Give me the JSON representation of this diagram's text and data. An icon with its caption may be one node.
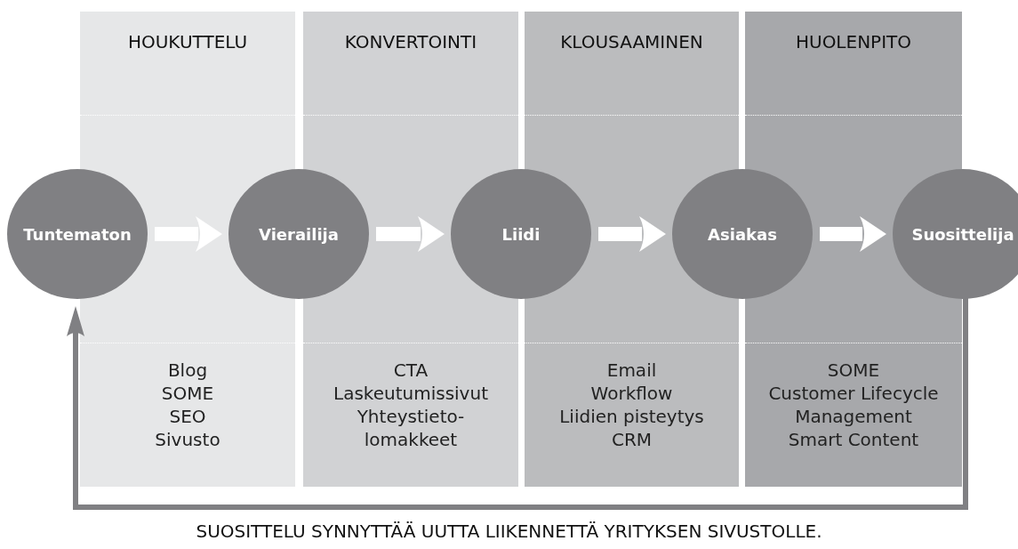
{
  "diagram": {
    "caption": "SUOSITTELU SYNNYTTÄÄ UUTTA LIIKENNETTÄ YRITYKSEN SIVUSTOLLE.",
    "nodes": [
      {
        "text": [
          "HOUKUTTELU"
        ]
      },
      {
        "text": [
          "KONVERTOINTI"
        ]
      },
      {
        "text": [
          "KLOUSAAMINEN"
        ]
      },
      {
        "text": [
          "HUOLENPITO"
        ]
      },
      {
        "text": [
          "Blog",
          "SOME",
          "SEO",
          "Sivusto"
        ]
      },
      {
        "text": [
          "CTA",
          "Laskeutumissivut",
          "Yhteystieto-lomakkeet"
        ]
      },
      {
        "text": [
          "Email",
          "Workflow",
          "Liidien pisteytys",
          "CRM"
        ]
      },
      {
        "text": [
          "SOME",
          "Customer Lifecycle Management",
          "Smart Content"
        ]
      },
      {
        "text": [
          "Tuntematon"
        ]
      },
      {
        "text": [
          "Vierailija"
        ]
      },
      {
        "text": [
          "Liidi"
        ]
      },
      {
        "text": [
          "Asiakas"
        ]
      },
      {
        "text": [
          "Suosittelija"
        ]
      }
    ],
    "edges": [
      {
        "from": 8,
        "to": 9,
        "arrow": "to"
      },
      {
        "from": 9,
        "to": 10,
        "arrow": "to"
      },
      {
        "from": 10,
        "to": 11,
        "arrow": "to"
      },
      {
        "from": 11,
        "to": 12,
        "arrow": "to"
      },
      {
        "from": 12,
        "to": 8,
        "arrow": "to",
        "color": "#808083"
      }
    ]
  }
}
